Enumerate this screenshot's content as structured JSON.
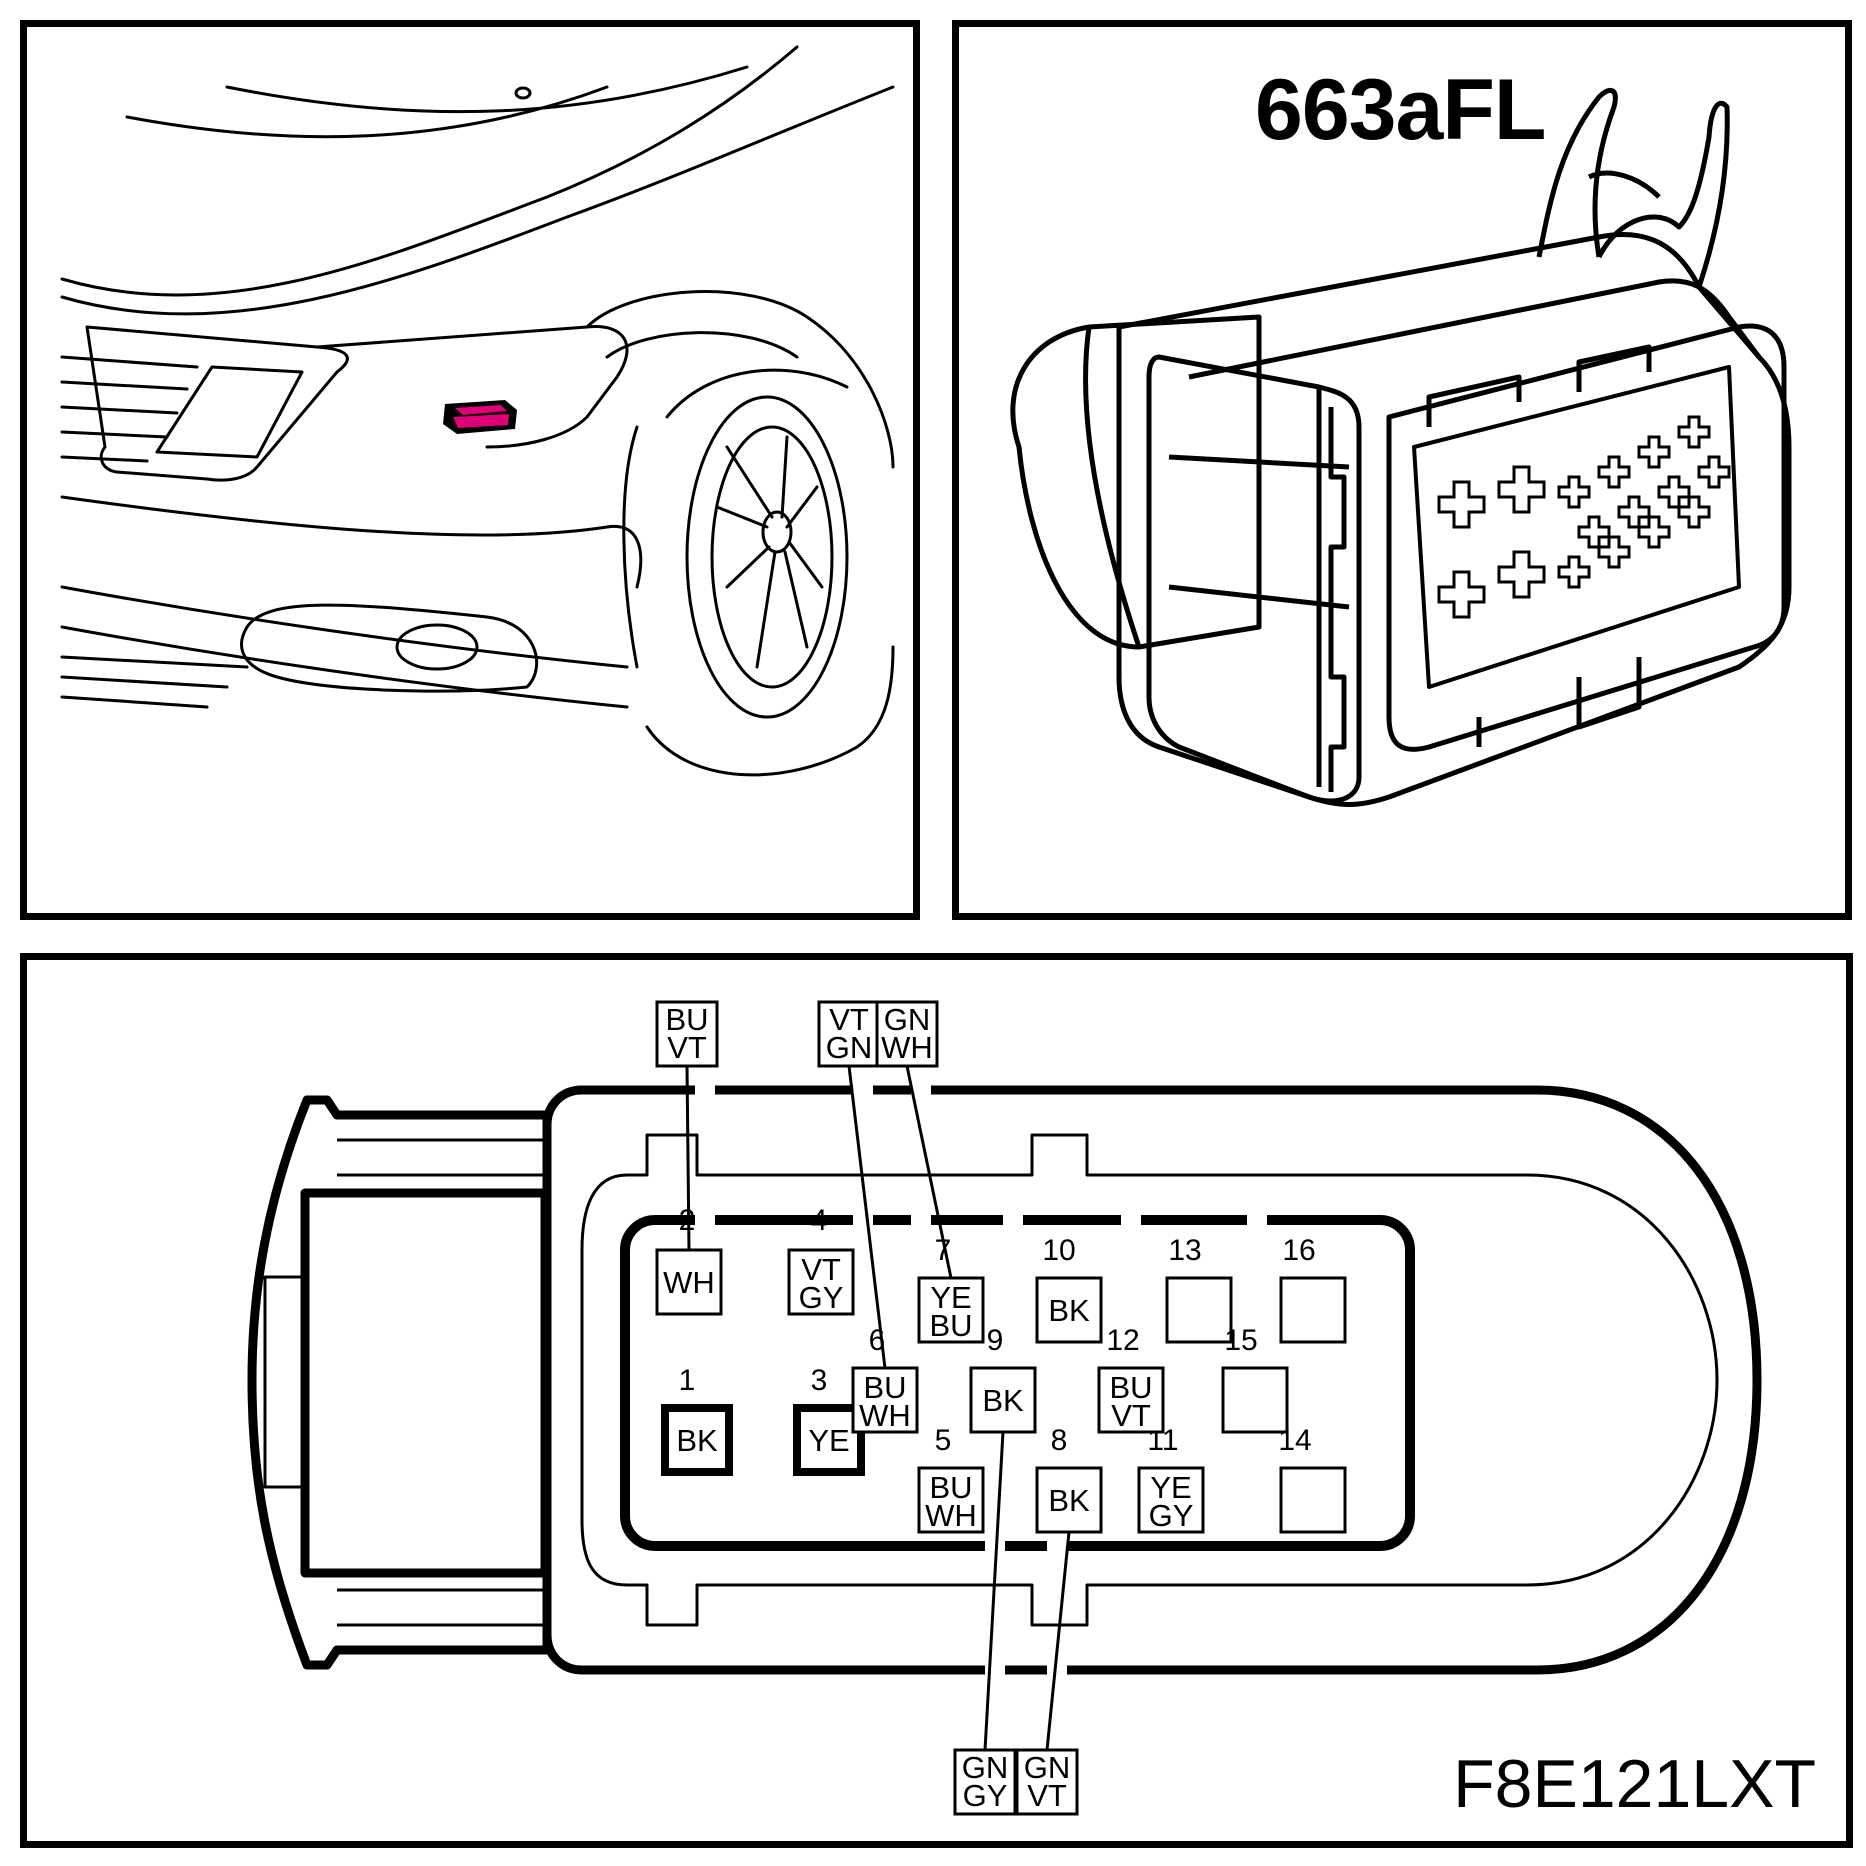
{
  "connector": {
    "id": "663aFL",
    "figure_code": "F8E121LXT",
    "highlight_color": "#e0007a"
  },
  "pins": [
    {
      "num": "1",
      "color": "BK",
      "color2": ""
    },
    {
      "num": "2",
      "color": "WH",
      "color2": ""
    },
    {
      "num": "3",
      "color": "YE",
      "color2": ""
    },
    {
      "num": "4",
      "color": "VT",
      "color2": "GY"
    },
    {
      "num": "5",
      "color": "BU",
      "color2": "WH"
    },
    {
      "num": "6",
      "color": "BU",
      "color2": "WH"
    },
    {
      "num": "7",
      "color": "YE",
      "color2": "BU"
    },
    {
      "num": "8",
      "color": "BK",
      "color2": ""
    },
    {
      "num": "9",
      "color": "BK",
      "color2": ""
    },
    {
      "num": "10",
      "color": "BK",
      "color2": ""
    },
    {
      "num": "11",
      "color": "YE",
      "color2": "GY"
    },
    {
      "num": "12",
      "color": "BU",
      "color2": "VT"
    },
    {
      "num": "13",
      "color": "",
      "color2": ""
    },
    {
      "num": "14",
      "color": "",
      "color2": ""
    },
    {
      "num": "15",
      "color": "",
      "color2": ""
    },
    {
      "num": "16",
      "color": "",
      "color2": ""
    }
  ],
  "wires": {
    "top": [
      {
        "c1": "BU",
        "c2": "VT",
        "pin": "2"
      },
      {
        "c1": "VT",
        "c2": "GN",
        "pin": "6"
      },
      {
        "c1": "GN",
        "c2": "WH",
        "pin": "7"
      }
    ],
    "bottom": [
      {
        "c1": "GN",
        "c2": "GY",
        "pin": "9"
      },
      {
        "c1": "GN",
        "c2": "VT",
        "pin": "8"
      }
    ]
  }
}
